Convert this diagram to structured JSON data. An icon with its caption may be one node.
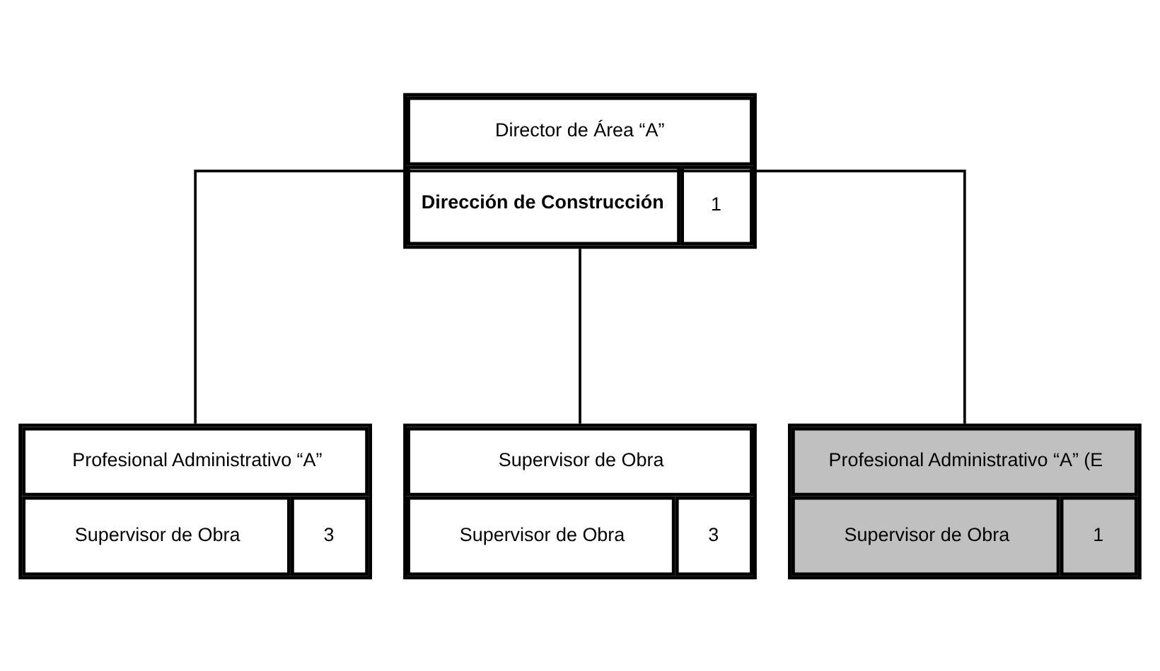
{
  "diagram": {
    "nodes": [
      {
        "text": [
          "Director de Área “A”",
          "Dirección de Construcción",
          "1"
        ]
      },
      {
        "text": [
          "Profesional Administrativo “A”",
          "Supervisor de Obra",
          "3"
        ]
      },
      {
        "text": [
          "Supervisor de Obra",
          "Supervisor de Obra",
          "3"
        ]
      },
      {
        "text": [
          "Profesional Administrativo “A” (E",
          "Supervisor de Obra",
          "1"
        ]
      }
    ],
    "edges": [
      {
        "from": 0,
        "to": 1,
        "arrow": "none"
      },
      {
        "from": 0,
        "to": 2,
        "arrow": "none"
      },
      {
        "from": 0,
        "to": 3,
        "arrow": "none"
      }
    ]
  }
}
